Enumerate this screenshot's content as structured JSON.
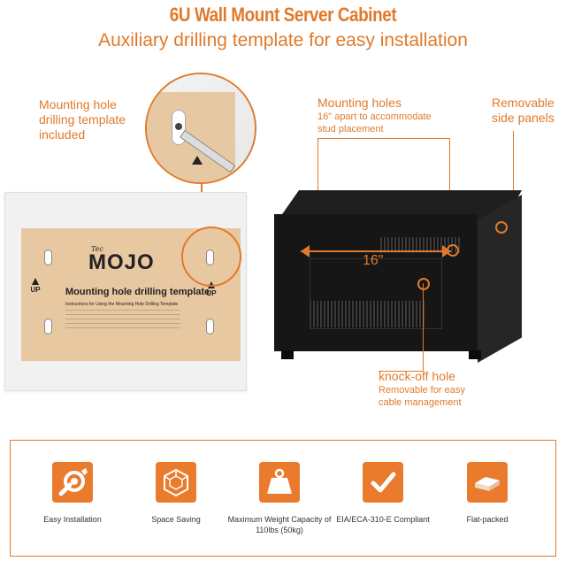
{
  "header": {
    "title": "6U Wall Mount Server Cabinet",
    "subtitle": "Auxiliary drilling template for easy installation"
  },
  "callouts": {
    "template_included": "Mounting hole drilling template included",
    "mounting_holes_title": "Mounting holes",
    "mounting_holes_desc": "16\" apart to accommodate stud placement",
    "removable_panels": "Removable side panels",
    "knockoff_title": "knock-off hole",
    "knockoff_desc": "Removable for easy cable management"
  },
  "template": {
    "brand_small": "Tec",
    "brand": "MOJO",
    "heading": "Mounting hole drilling template",
    "instructions": "Instructions for Using the Mounting Hole Drilling Template",
    "up_label": "UP"
  },
  "cabinet": {
    "measurement": "16\""
  },
  "features": [
    {
      "label": "Easy Installation",
      "icon": "wrench-gear-icon"
    },
    {
      "label": "Space Saving",
      "icon": "cube-icon"
    },
    {
      "label": "Maximum Weight Capacity of 110lbs (50kg)",
      "icon": "weight-icon"
    },
    {
      "label": "EIA/ECA-310-E Compliant",
      "icon": "checkmark-icon"
    },
    {
      "label": "Flat-packed",
      "icon": "flat-box-icon"
    }
  ],
  "colors": {
    "accent": "#e07a2a",
    "icon_bg": "#ea7a2c"
  }
}
